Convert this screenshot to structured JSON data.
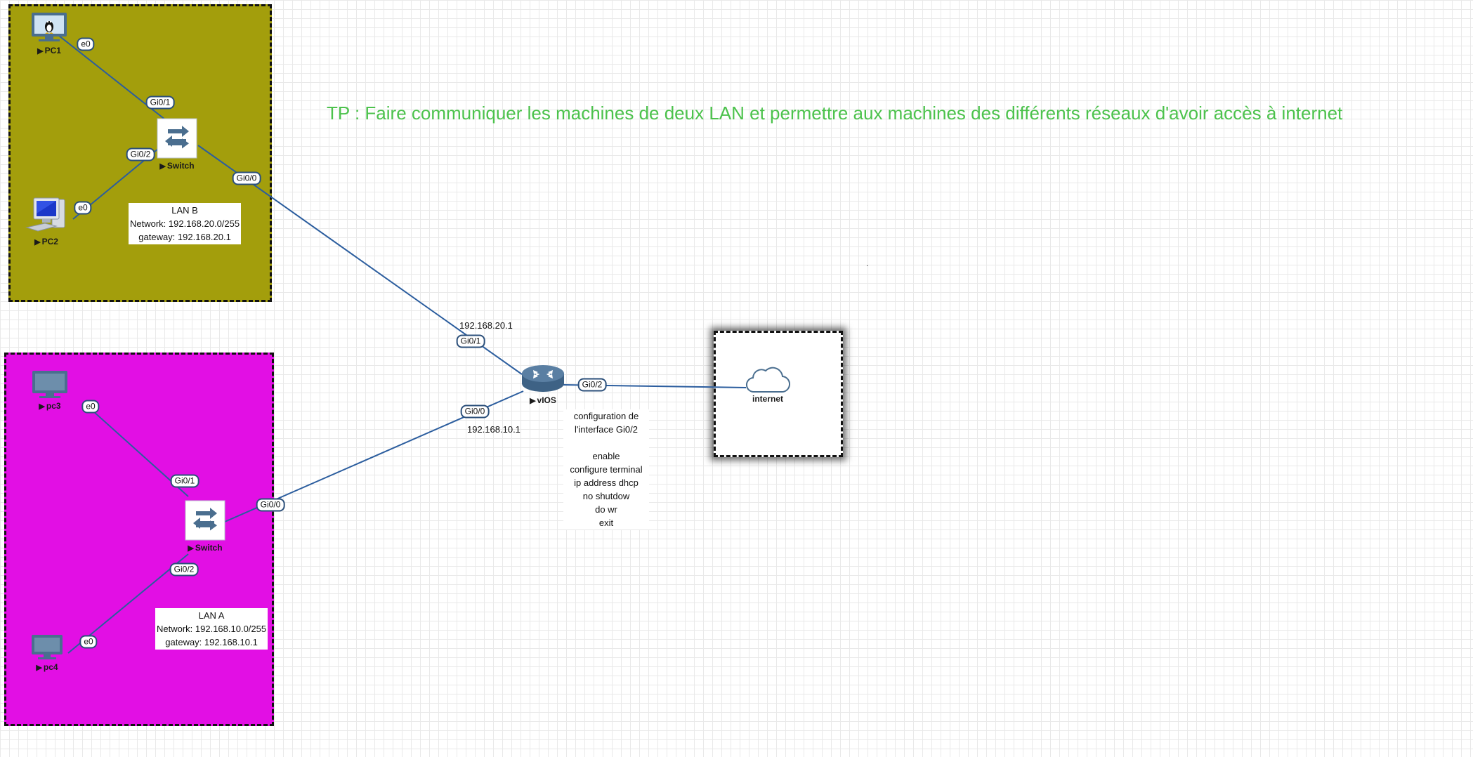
{
  "title": "TP : Faire communiquer les machines de deux LAN et permettre aux machines des différents réseaux d'avoir accès à internet",
  "colors": {
    "lan_b_fill": "#a39e0c",
    "lan_a_fill": "#e20fe4",
    "link": "#2b5d9e",
    "title": "#4cc24c",
    "device": "#4a6e8f"
  },
  "nodes": {
    "pc1": {
      "label": "PC1",
      "icon": "linux-monitor-icon"
    },
    "pc2": {
      "label": "PC2",
      "icon": "desktop-pc-icon"
    },
    "switch_b": {
      "label": "Switch",
      "icon": "switch-icon"
    },
    "pc3": {
      "label": "pc3",
      "icon": "monitor-icon"
    },
    "pc4": {
      "label": "pc4",
      "icon": "monitor-icon"
    },
    "switch_a": {
      "label": "Switch",
      "icon": "switch-icon"
    },
    "router": {
      "label": "vIOS",
      "icon": "router-icon"
    },
    "internet": {
      "label": "internet",
      "icon": "cloud-icon"
    }
  },
  "ports": {
    "pc1_e0": "e0",
    "swb_gi01": "Gi0/1",
    "swb_gi02": "Gi0/2",
    "pc2_e0": "e0",
    "swb_gi00": "Gi0/0",
    "r_gi01": "Gi0/1",
    "r_gi00": "Gi0/0",
    "r_gi02": "Gi0/2",
    "pc3_e0": "e0",
    "swa_gi01": "Gi0/1",
    "swa_gi00": "Gi0/0",
    "swa_gi02": "Gi0/2",
    "pc4_e0": "e0"
  },
  "lan_b": {
    "name": "LAN B",
    "network": "Network: 192.168.20.0/255",
    "gateway": "gateway: 192.168.20.1"
  },
  "lan_a": {
    "name": "LAN A",
    "network": "Network: 192.168.10.0/255",
    "gateway": "gateway: 192.168.10.1"
  },
  "ips": {
    "gi01": "192.168.20.1",
    "gi00": "192.168.10.1"
  },
  "notes": [
    "configuration de",
    "l'interface Gi0/2",
    "",
    "enable",
    "configure terminal",
    "ip address dhcp",
    "no shutdow",
    "do wr",
    "exit"
  ],
  "stray_mark": "."
}
